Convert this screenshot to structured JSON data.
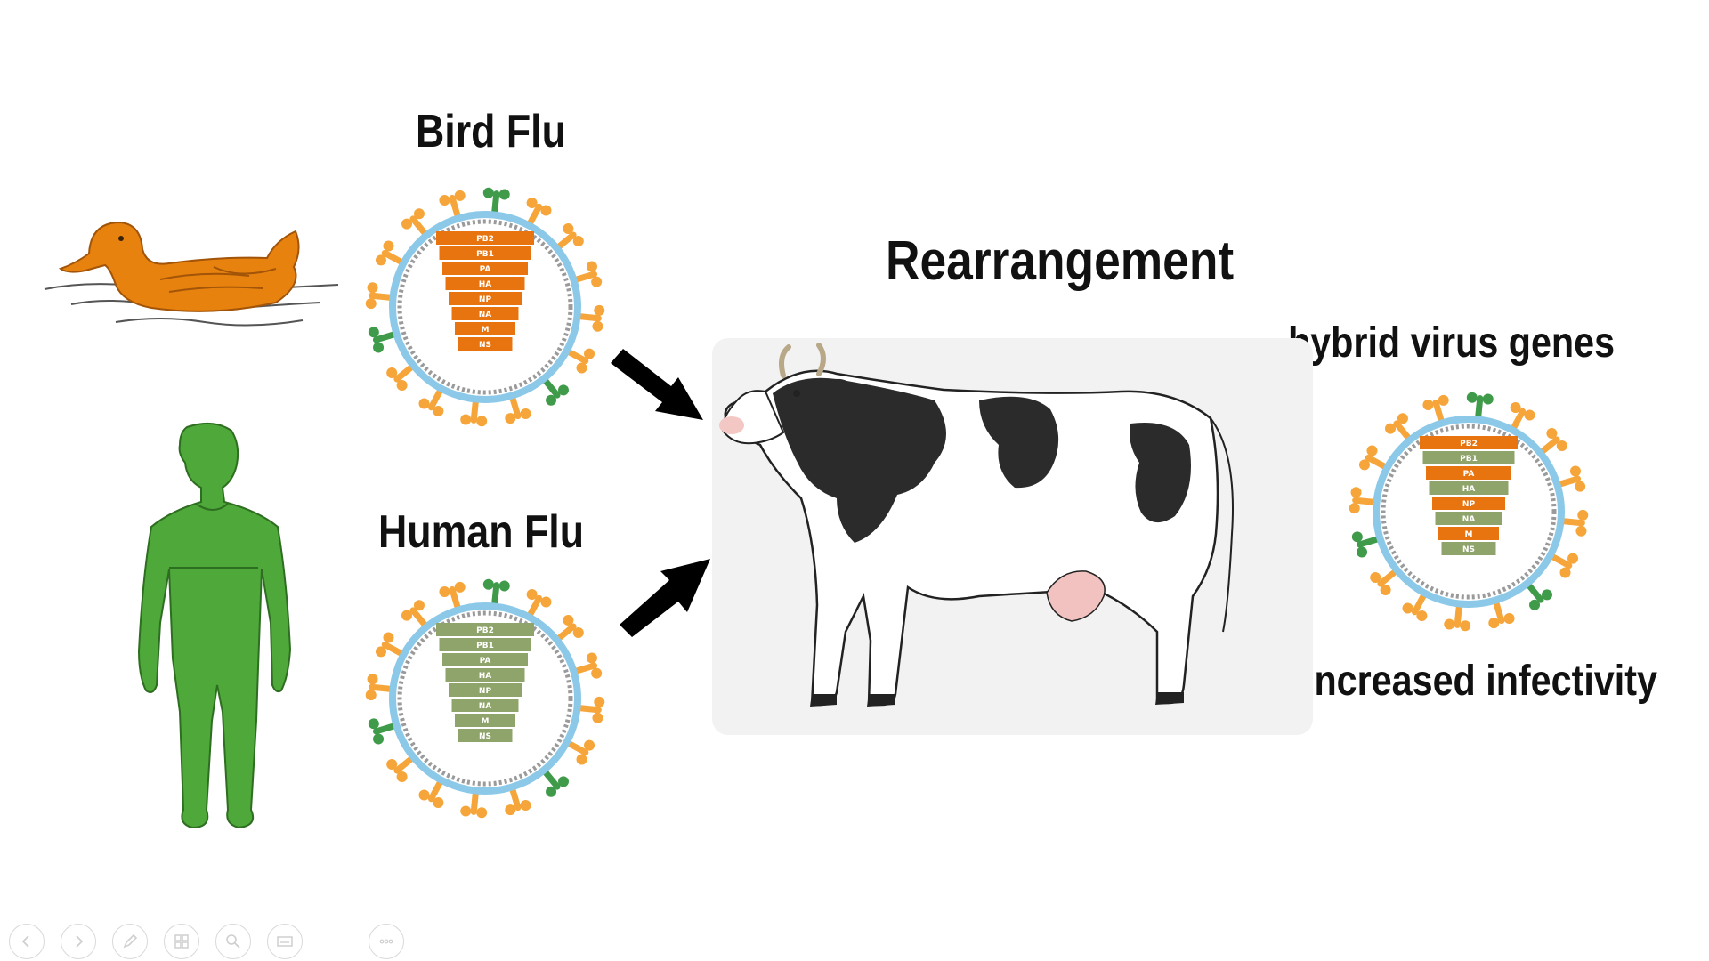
{
  "slide": {
    "bird_flu_title": "Bird Flu",
    "human_flu_title": "Human Flu",
    "rearrangement_title": "Rearrangement",
    "hybrid_title": "hybrid virus genes",
    "infectivity_title": "Increased infectivity"
  },
  "gene_segments": [
    "PB2",
    "PB1",
    "PA",
    "HA",
    "NP",
    "NA",
    "M",
    "NS"
  ],
  "viruses": {
    "bird": {
      "segment_colors": [
        "orange",
        "orange",
        "orange",
        "orange",
        "orange",
        "orange",
        "orange",
        "orange"
      ]
    },
    "human": {
      "segment_colors": [
        "green",
        "green",
        "green",
        "green",
        "green",
        "green",
        "green",
        "green"
      ]
    },
    "hybrid": {
      "segment_colors": [
        "orange",
        "green",
        "orange",
        "green",
        "orange",
        "green",
        "orange",
        "green"
      ]
    }
  },
  "colors": {
    "bird_segment": "#e8740f",
    "human_segment": "#8fa46a",
    "duck": "#e8820e",
    "human_figure": "#4ea83a",
    "spike": "#f5a53a",
    "envelope": "#8cc9e8",
    "arrow": "#000000",
    "panel": "#f2f2f2"
  },
  "toolbar": {
    "buttons": [
      {
        "name": "previous-slide-button",
        "icon": "chevron-left-icon"
      },
      {
        "name": "next-slide-button",
        "icon": "chevron-right-icon"
      },
      {
        "name": "pen-button",
        "icon": "pen-icon"
      },
      {
        "name": "all-slides-button",
        "icon": "slides-grid-icon"
      },
      {
        "name": "zoom-button",
        "icon": "magnifier-icon"
      },
      {
        "name": "subtitles-button",
        "icon": "subtitles-icon"
      },
      {
        "name": "more-options-button",
        "icon": "ellipsis-icon"
      }
    ]
  }
}
